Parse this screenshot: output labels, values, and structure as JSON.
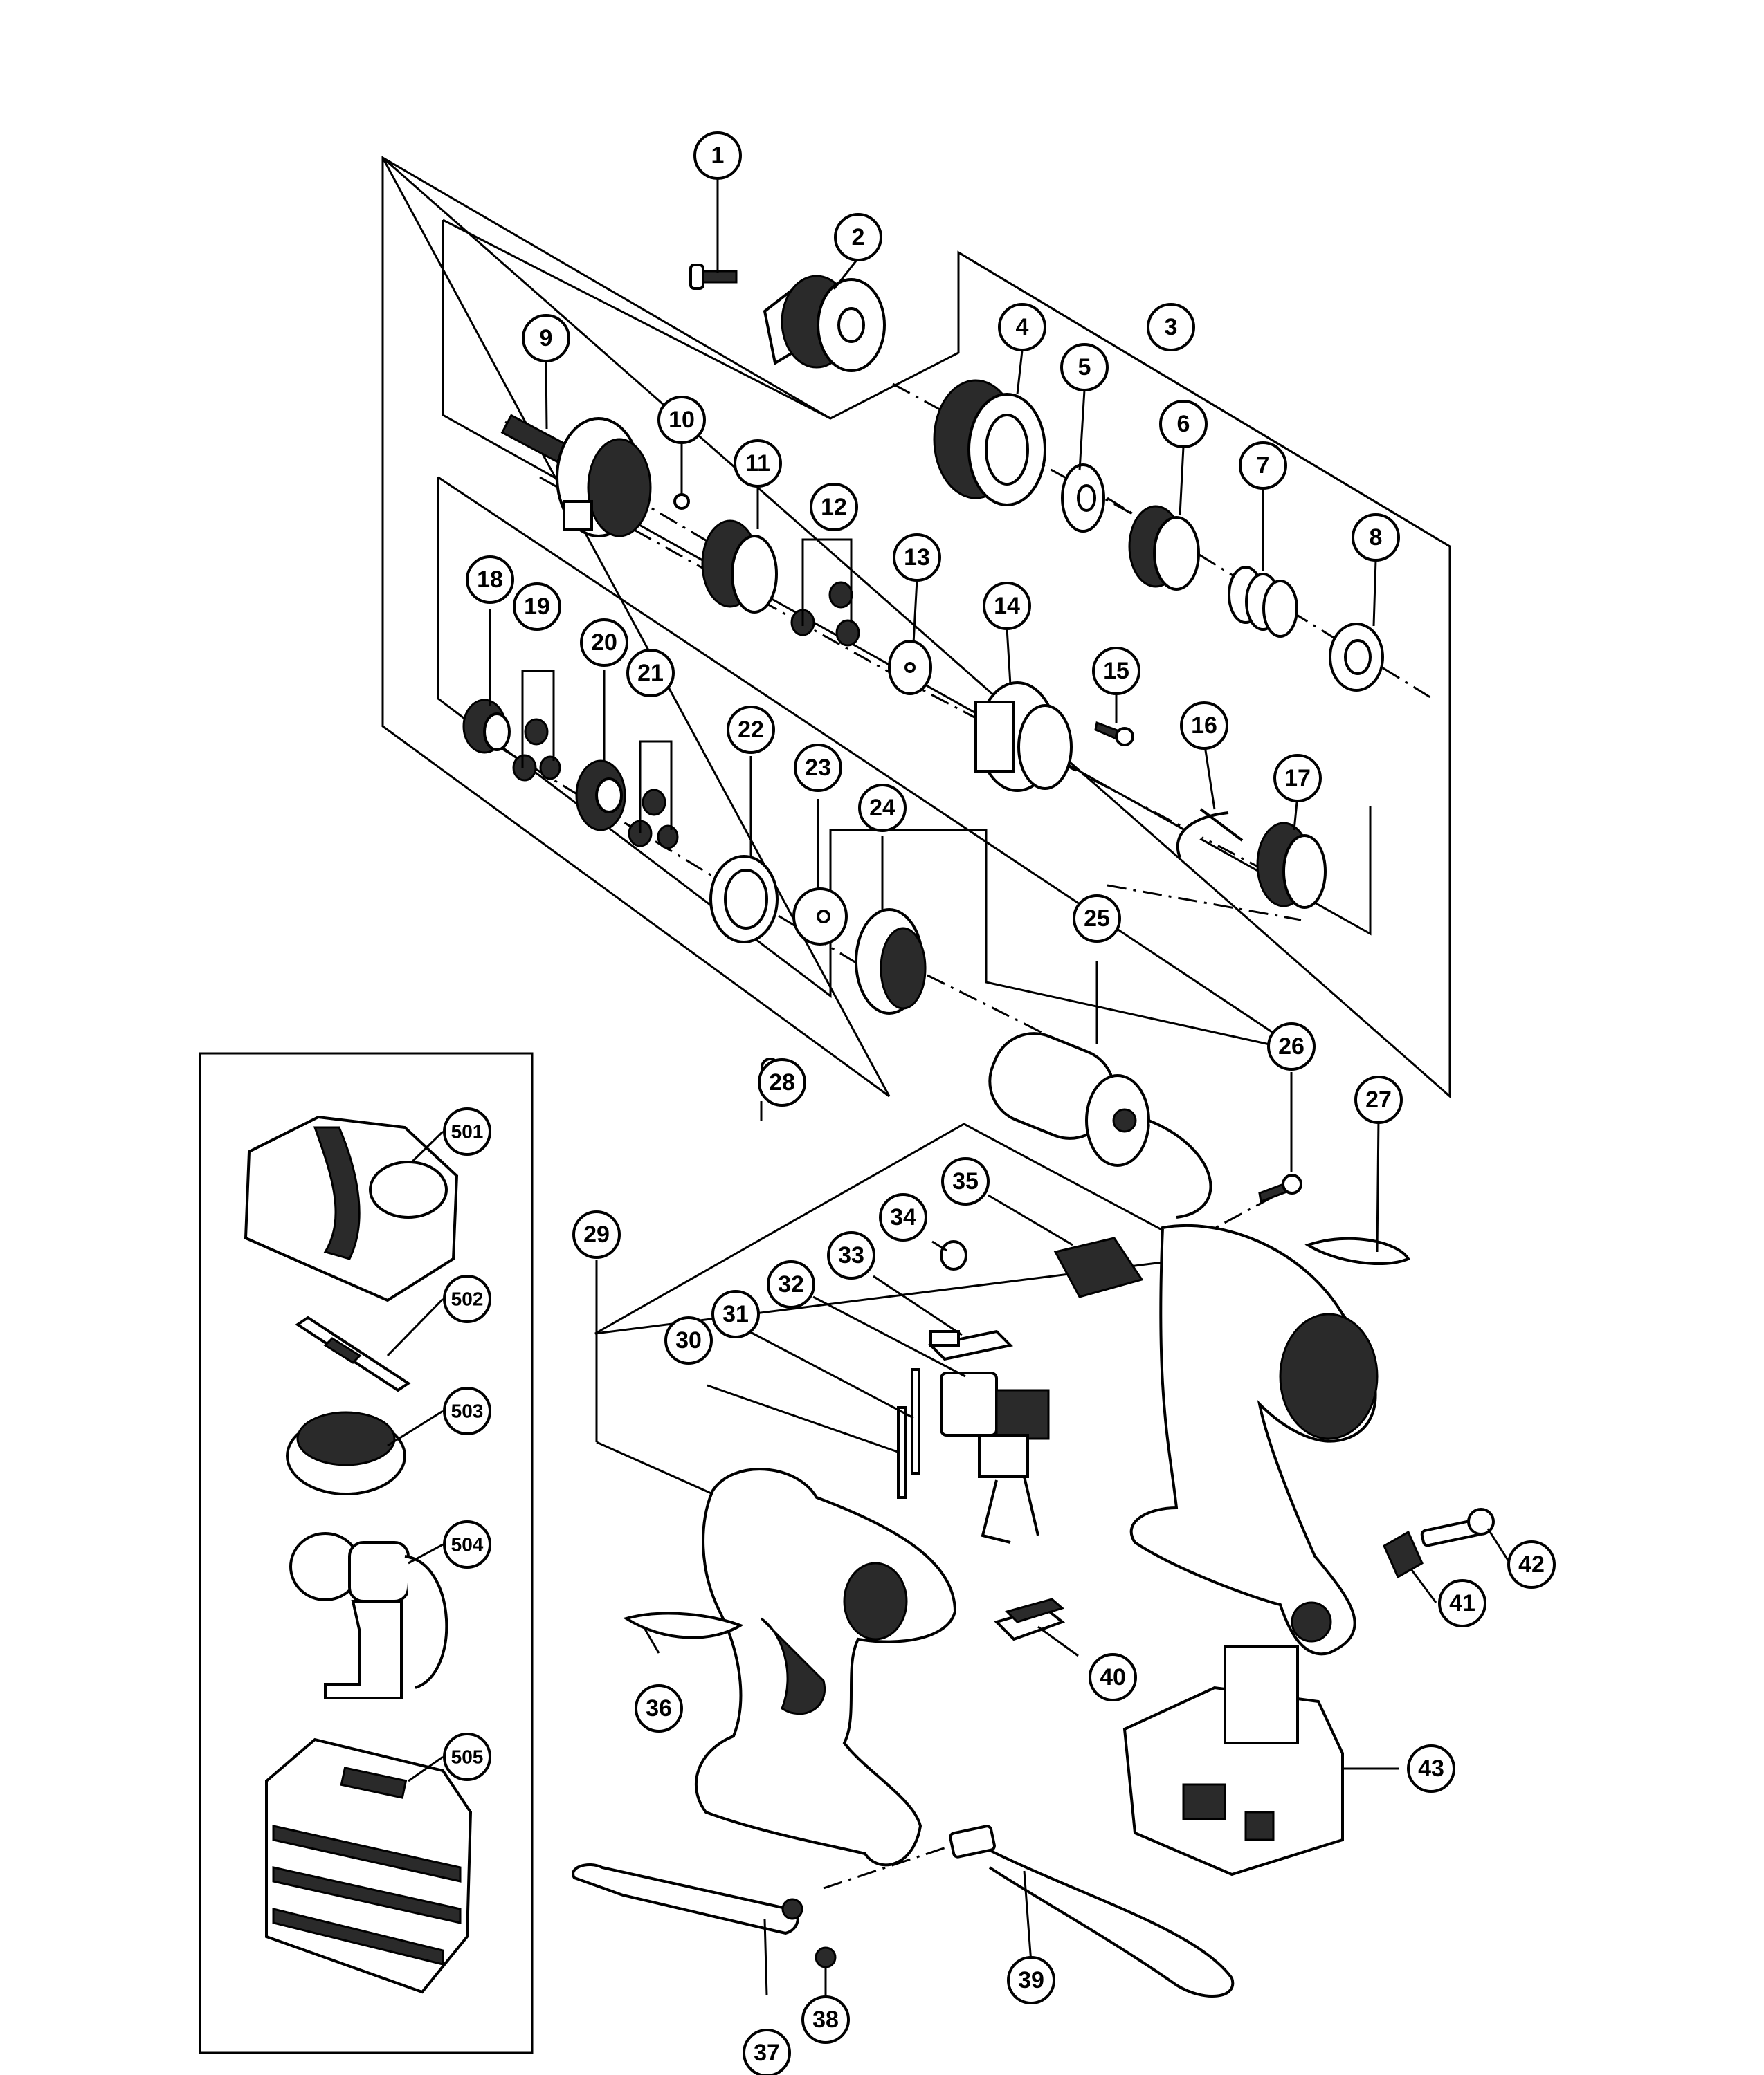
{
  "callouts": [
    {
      "id": "1",
      "label": "1"
    },
    {
      "id": "2",
      "label": "2"
    },
    {
      "id": "3",
      "label": "3"
    },
    {
      "id": "4",
      "label": "4"
    },
    {
      "id": "5",
      "label": "5"
    },
    {
      "id": "6",
      "label": "6"
    },
    {
      "id": "7",
      "label": "7"
    },
    {
      "id": "8",
      "label": "8"
    },
    {
      "id": "9",
      "label": "9"
    },
    {
      "id": "10",
      "label": "10"
    },
    {
      "id": "11",
      "label": "11"
    },
    {
      "id": "12",
      "label": "12"
    },
    {
      "id": "13",
      "label": "13"
    },
    {
      "id": "14",
      "label": "14"
    },
    {
      "id": "15",
      "label": "15"
    },
    {
      "id": "16",
      "label": "16"
    },
    {
      "id": "17",
      "label": "17"
    },
    {
      "id": "18",
      "label": "18"
    },
    {
      "id": "19",
      "label": "19"
    },
    {
      "id": "20",
      "label": "20"
    },
    {
      "id": "21",
      "label": "21"
    },
    {
      "id": "22",
      "label": "22"
    },
    {
      "id": "23",
      "label": "23"
    },
    {
      "id": "24",
      "label": "24"
    },
    {
      "id": "25",
      "label": "25"
    },
    {
      "id": "26",
      "label": "26"
    },
    {
      "id": "27",
      "label": "27"
    },
    {
      "id": "28",
      "label": "28"
    },
    {
      "id": "29",
      "label": "29"
    },
    {
      "id": "30",
      "label": "30"
    },
    {
      "id": "31",
      "label": "31"
    },
    {
      "id": "32",
      "label": "32"
    },
    {
      "id": "33",
      "label": "33"
    },
    {
      "id": "34",
      "label": "34"
    },
    {
      "id": "35",
      "label": "35"
    },
    {
      "id": "36",
      "label": "36"
    },
    {
      "id": "37",
      "label": "37"
    },
    {
      "id": "38",
      "label": "38"
    },
    {
      "id": "39",
      "label": "39"
    },
    {
      "id": "40",
      "label": "40"
    },
    {
      "id": "41",
      "label": "41"
    },
    {
      "id": "42",
      "label": "42"
    },
    {
      "id": "43",
      "label": "43"
    },
    {
      "id": "501",
      "label": "501"
    },
    {
      "id": "502",
      "label": "502"
    },
    {
      "id": "503",
      "label": "503"
    },
    {
      "id": "504",
      "label": "504"
    },
    {
      "id": "505",
      "label": "505"
    }
  ]
}
